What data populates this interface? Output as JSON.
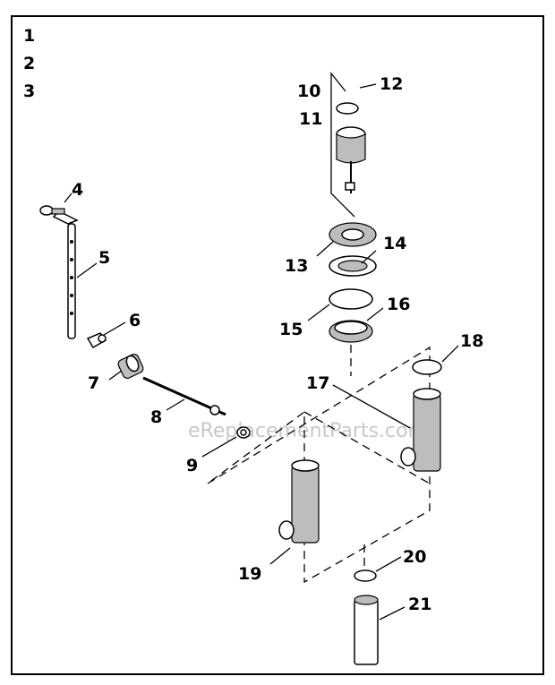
{
  "diagram": {
    "header_numbers": [
      "1",
      "2",
      "3"
    ],
    "callouts": {
      "p4": "4",
      "p5": "5",
      "p6": "6",
      "p7": "7",
      "p8": "8",
      "p9": "9",
      "p10": "10",
      "p11": "11",
      "p12": "12",
      "p13": "13",
      "p14": "14",
      "p15": "15",
      "p16": "16",
      "p17": "17",
      "p18": "18",
      "p19": "19",
      "p20": "20",
      "p21": "21"
    },
    "watermark": "eReplacementParts.com"
  }
}
